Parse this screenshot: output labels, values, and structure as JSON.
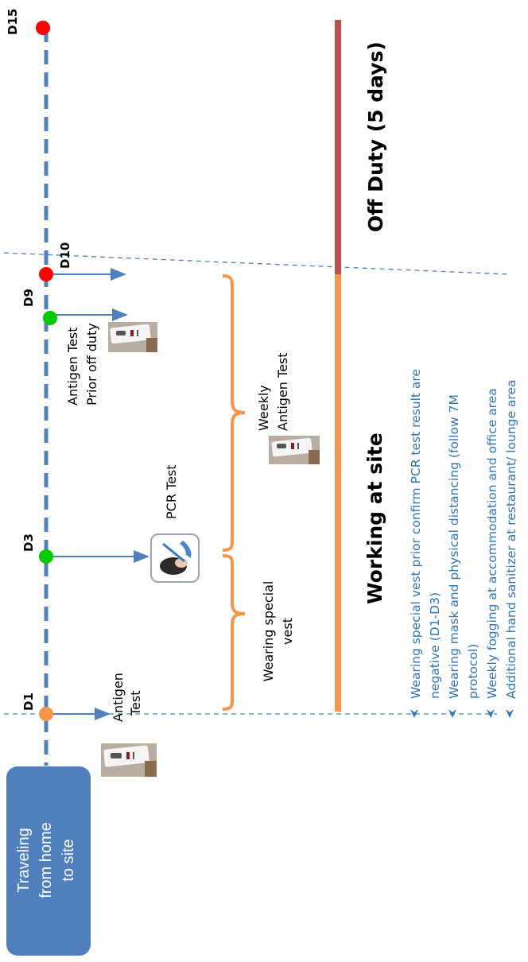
{
  "travel": {
    "label_lines": [
      "Traveling",
      "from home",
      "to site"
    ]
  },
  "days": {
    "d1": "D1",
    "d3": "D3",
    "d9": "D9",
    "d10": "D10",
    "d15": "D15"
  },
  "events": {
    "antigen_d1_lines": [
      "Antigen",
      "Test"
    ],
    "pcr": "PCR Test",
    "weekly_antigen_lines": [
      "Weekly",
      "Antigen Test"
    ],
    "antigen_prior_lines": [
      "Antigen Test",
      "Prior off duty"
    ],
    "special_vest_lines": [
      "Wearing special",
      "vest"
    ]
  },
  "phases": {
    "working": "Working at site",
    "off_duty": "Off Duty (5 days)"
  },
  "notes": [
    {
      "lines": [
        "Wearing special vest prior confirm PCR test result are",
        "negative (D1-D3)"
      ]
    },
    {
      "lines": [
        "Wearing mask and physical distancing (follow 7M",
        "protocol)"
      ]
    },
    {
      "lines": [
        "Weekly fogging at accommodation and office area"
      ]
    },
    {
      "lines": [
        "Additional hand sanitizer at restaurant/ lounge area"
      ]
    }
  ],
  "colors": {
    "timeline": "#4f80bd",
    "orange": "#f79646",
    "green": "#00cc00",
    "red": "#ff0000",
    "offduty_bar": "#c0504d",
    "note_text": "#2e75b6"
  },
  "icons": {
    "antigen": "antigen-test-kit-icon",
    "pcr": "pcr-swab-icon",
    "bullet": "arrowhead-bullet-icon"
  }
}
